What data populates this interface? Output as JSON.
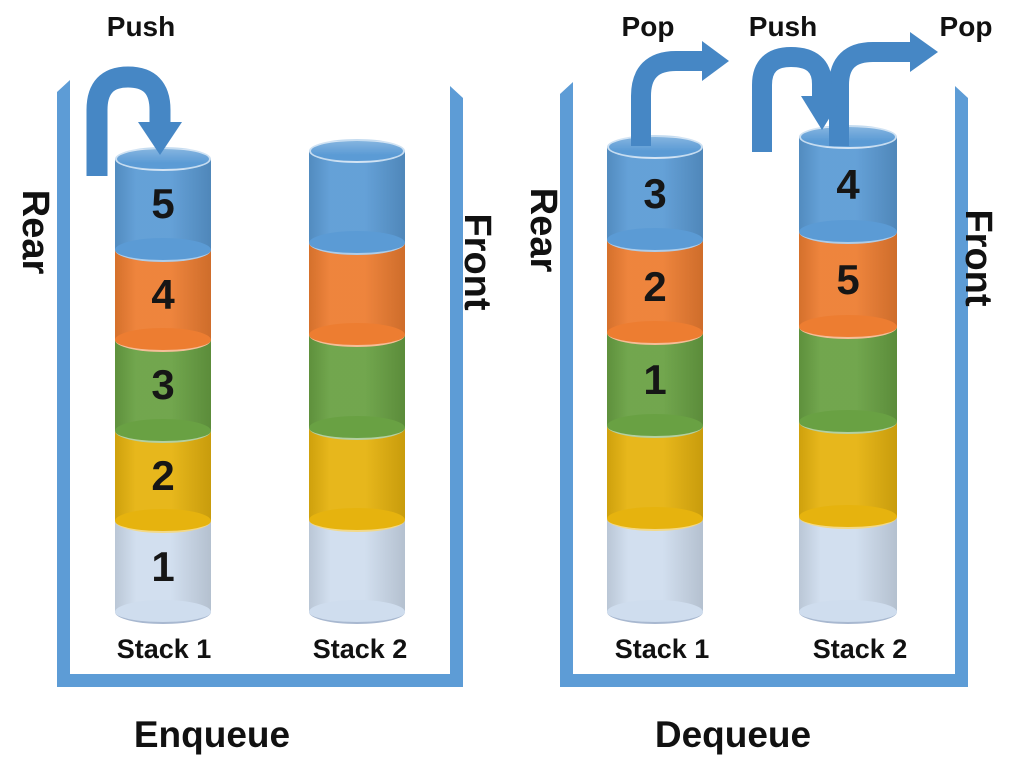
{
  "palette": {
    "arrow": "#4687C5",
    "container": "#5D9CD6",
    "segment_blue": "#5B9BD5",
    "segment_orange": "#ED7D31",
    "segment_green": "#69A143",
    "segment_gold": "#E6B30E",
    "segment_light_blue": "#CFDDEE",
    "text": "#111111"
  },
  "enqueue": {
    "title": "Enqueue",
    "push_label": "Push",
    "rear_label": "Rear",
    "front_label": "Front",
    "stack1": {
      "label": "Stack 1",
      "segments": [
        {
          "value": "5",
          "color": "#5B9BD5"
        },
        {
          "value": "4",
          "color": "#ED7D31"
        },
        {
          "value": "3",
          "color": "#69A143"
        },
        {
          "value": "2",
          "color": "#E6B30E"
        },
        {
          "value": "1",
          "color": "#CFDDEE"
        }
      ]
    },
    "stack2": {
      "label": "Stack 2",
      "segments": [
        {
          "value": "",
          "color": "#5B9BD5"
        },
        {
          "value": "",
          "color": "#ED7D31"
        },
        {
          "value": "",
          "color": "#69A143"
        },
        {
          "value": "",
          "color": "#E6B30E"
        },
        {
          "value": "",
          "color": "#CFDDEE"
        }
      ]
    }
  },
  "dequeue": {
    "title": "Dequeue",
    "pop_label_left": "Pop",
    "push_label": "Push",
    "pop_label_right": "Pop",
    "rear_label": "Rear",
    "front_label": "Front",
    "stack1": {
      "label": "Stack 1",
      "segments": [
        {
          "value": "3",
          "color": "#5B9BD5"
        },
        {
          "value": "2",
          "color": "#ED7D31"
        },
        {
          "value": "1",
          "color": "#69A143"
        },
        {
          "value": "",
          "color": "#E6B30E"
        },
        {
          "value": "",
          "color": "#CFDDEE"
        }
      ]
    },
    "stack2": {
      "label": "Stack 2",
      "segments": [
        {
          "value": "4",
          "color": "#5B9BD5"
        },
        {
          "value": "5",
          "color": "#ED7D31"
        },
        {
          "value": "",
          "color": "#69A143"
        },
        {
          "value": "",
          "color": "#E6B30E"
        },
        {
          "value": "",
          "color": "#CFDDEE"
        }
      ]
    }
  }
}
